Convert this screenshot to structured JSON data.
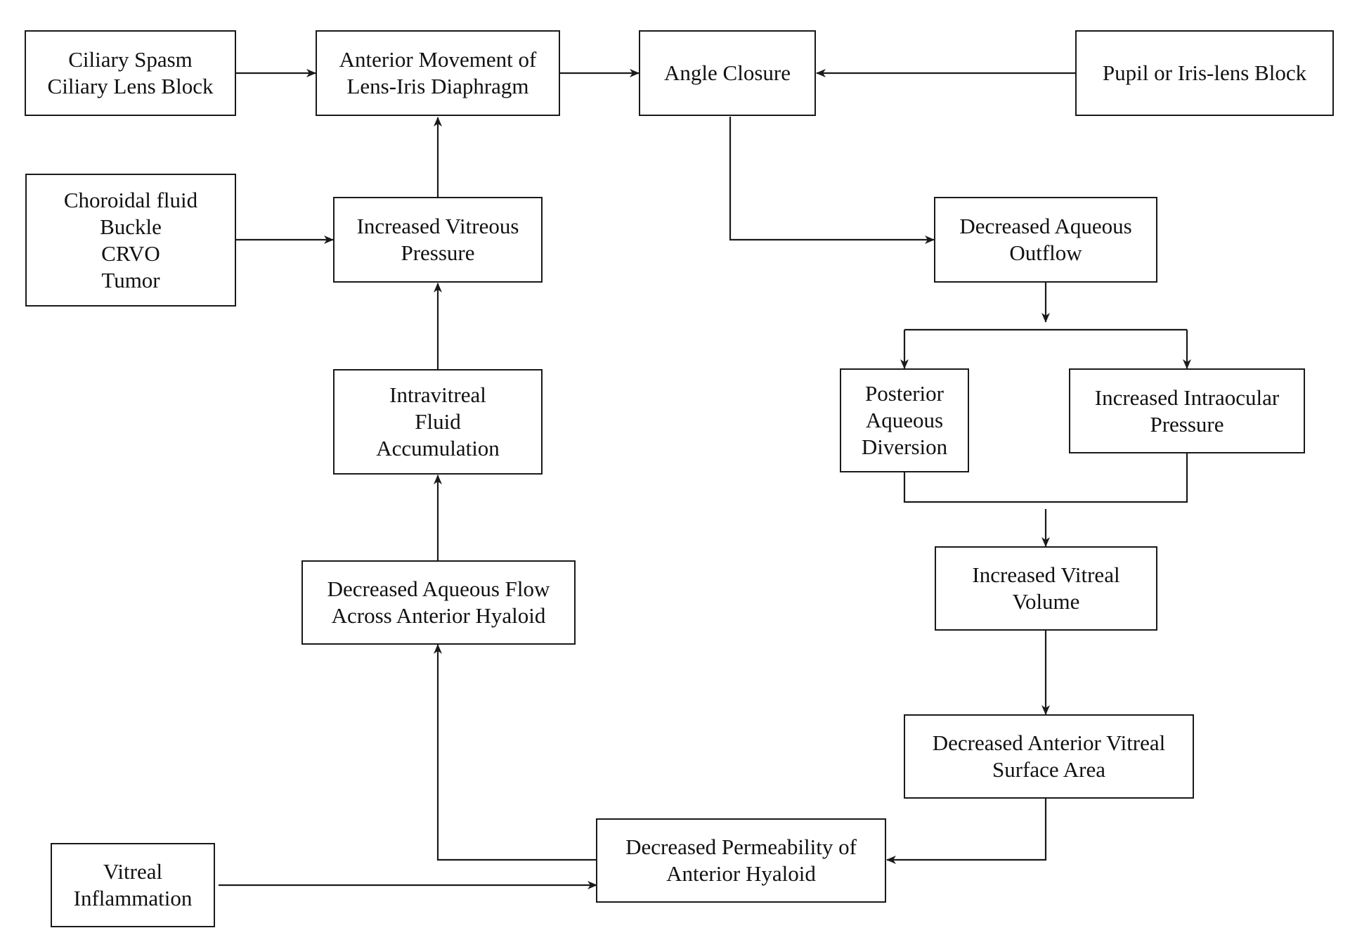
{
  "diagram": {
    "nodes": {
      "ciliary_spasm": {
        "lines": [
          "Ciliary Spasm",
          "Ciliary Lens Block"
        ]
      },
      "anterior_movement": {
        "lines": [
          "Anterior Movement of",
          "Lens-Iris Diaphragm"
        ]
      },
      "angle_closure": {
        "lines": [
          "Angle Closure"
        ]
      },
      "pupil_block": {
        "lines": [
          "Pupil or Iris-lens Block"
        ]
      },
      "choroidal_fluid": {
        "lines": [
          "Choroidal fluid",
          "Buckle",
          "CRVO",
          "Tumor"
        ]
      },
      "increased_vitreous_pressure": {
        "lines": [
          "Increased Vitreous",
          "Pressure"
        ]
      },
      "decreased_aqueous_outflow": {
        "lines": [
          "Decreased Aqueous",
          "Outflow"
        ]
      },
      "intravitreal_fluid": {
        "lines": [
          "Intravitreal",
          "Fluid",
          "Accumulation"
        ]
      },
      "posterior_aqueous_diversion": {
        "lines": [
          "Posterior",
          "Aqueous",
          "Diversion"
        ]
      },
      "increased_intraocular_pressure": {
        "lines": [
          "Increased Intraocular",
          "Pressure"
        ]
      },
      "decreased_aqueous_flow": {
        "lines": [
          "Decreased Aqueous Flow",
          "Across Anterior Hyaloid"
        ]
      },
      "increased_vitreal_volume": {
        "lines": [
          "Increased Vitreal",
          "Volume"
        ]
      },
      "decreased_anterior_vitreal_surface": {
        "lines": [
          "Decreased Anterior Vitreal",
          "Surface Area"
        ]
      },
      "decreased_permeability": {
        "lines": [
          "Decreased Permeability of",
          "Anterior Hyaloid"
        ]
      },
      "vitreal_inflammation": {
        "lines": [
          "Vitreal",
          "Inflammation"
        ]
      }
    },
    "edges": [
      {
        "from": "ciliary_spasm",
        "to": "anterior_movement"
      },
      {
        "from": "anterior_movement",
        "to": "angle_closure"
      },
      {
        "from": "pupil_block",
        "to": "angle_closure"
      },
      {
        "from": "choroidal_fluid",
        "to": "increased_vitreous_pressure"
      },
      {
        "from": "increased_vitreous_pressure",
        "to": "anterior_movement"
      },
      {
        "from": "intravitreal_fluid",
        "to": "increased_vitreous_pressure"
      },
      {
        "from": "decreased_aqueous_flow",
        "to": "intravitreal_fluid"
      },
      {
        "from": "angle_closure",
        "to": "decreased_aqueous_outflow"
      },
      {
        "from": "decreased_aqueous_outflow",
        "to": "posterior_aqueous_diversion"
      },
      {
        "from": "decreased_aqueous_outflow",
        "to": "increased_intraocular_pressure"
      },
      {
        "from": "posterior_aqueous_diversion",
        "to": "increased_vitreal_volume"
      },
      {
        "from": "increased_intraocular_pressure",
        "to": "increased_vitreal_volume"
      },
      {
        "from": "increased_vitreal_volume",
        "to": "decreased_anterior_vitreal_surface"
      },
      {
        "from": "decreased_anterior_vitreal_surface",
        "to": "decreased_permeability"
      },
      {
        "from": "vitreal_inflammation",
        "to": "decreased_permeability"
      },
      {
        "from": "decreased_permeability",
        "to": "decreased_aqueous_flow"
      }
    ]
  }
}
